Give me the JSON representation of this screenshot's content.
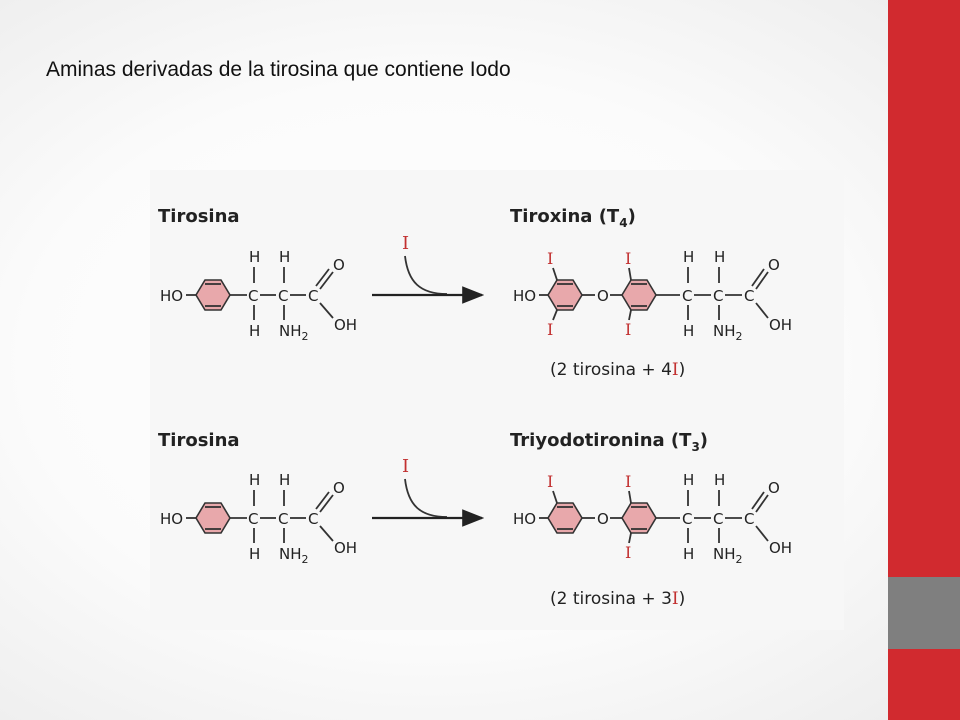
{
  "slide": {
    "title": "Aminas derivadas de la tirosina que contiene Iodo",
    "colors": {
      "accent_red": "#d12a2f",
      "accent_gray": "#7f7f7f",
      "ring_fill": "#e8a8ab",
      "iodine": "#c23030"
    }
  },
  "diagram": {
    "reactions": [
      {
        "reactant": "Tirosina",
        "reagent": "I",
        "product_name": "Tiroxina (T",
        "product_sub": "4",
        "product_close": ")",
        "note_pre": "(2 tirosina + 4",
        "note_iod": "I",
        "note_post": ")"
      },
      {
        "reactant": "Tirosina",
        "reagent": "I",
        "product_name": "Triyodotironina (T",
        "product_sub": "3",
        "product_close": ")",
        "note_pre": "(2 tirosina + 3",
        "note_iod": "I",
        "note_post": ")"
      }
    ],
    "atoms": {
      "ho": "HO",
      "h": "H",
      "c": "C",
      "o": "O",
      "oh": "OH",
      "n": "NH",
      "n_sub": "2",
      "iodine": "I"
    }
  }
}
